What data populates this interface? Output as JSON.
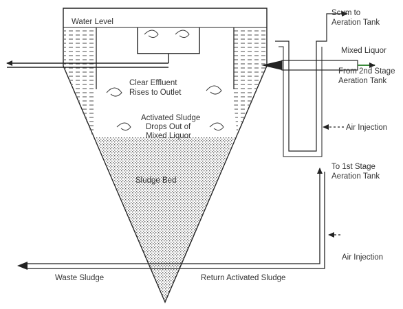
{
  "labels": {
    "water_level": "Water Level",
    "clear_effluent_1": "Clear Effluent",
    "clear_effluent_2": "Rises to Outlet",
    "activated_1": "Activated Sludge",
    "activated_2": "Drops Out of",
    "activated_3": "Mixed Liquor",
    "sludge_bed": "Sludge Bed",
    "scum_1": "Scum to",
    "scum_2": "Aeration Tank",
    "mixed_liquor": "Mixed Liquor",
    "from_2nd_1": "From 2nd Stage",
    "from_2nd_2": "Aeration Tank",
    "air_injection_upper": "Air Injection",
    "to_1st_1": "To 1st Stage",
    "to_1st_2": "Aeration Tank",
    "air_injection_lower": "Air Injection",
    "waste_sludge": "Waste Sludge",
    "return_activated_sludge": "Return Activated Sludge"
  },
  "colors": {
    "line": "#222222",
    "mixed_liquor_arrow": "#3a8a3a",
    "stipple": "#555555"
  }
}
